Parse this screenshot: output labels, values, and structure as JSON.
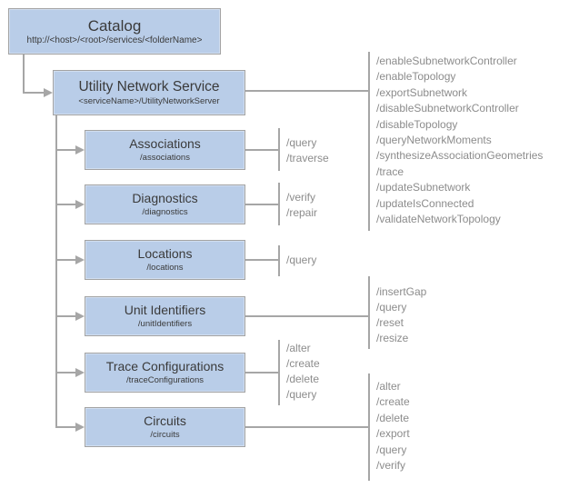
{
  "diagram": {
    "catalog": {
      "title": "Catalog",
      "subtitle": "http://<host>/<root>/services/<folderName>"
    },
    "service": {
      "title": "Utility Network Service",
      "subtitle": "<serviceName>/UtilityNetworkServer",
      "operations": [
        "/enableSubnetworkController",
        "/enableTopology",
        "/exportSubnetwork",
        "/disableSubnetworkController",
        "/disableTopology",
        "/queryNetworkMoments",
        "/synthesizeAssociationGeometries",
        "/trace",
        "/updateSubnetwork",
        "/updateIsConnected",
        "/validateNetworkTopology"
      ]
    },
    "children": [
      {
        "title": "Associations",
        "subtitle": "/associations",
        "operations": [
          "/query",
          "/traverse"
        ]
      },
      {
        "title": "Diagnostics",
        "subtitle": "/diagnostics",
        "operations": [
          "/verify",
          "/repair"
        ]
      },
      {
        "title": "Locations",
        "subtitle": "/locations",
        "operations": [
          "/query"
        ]
      },
      {
        "title": "Unit Identifiers",
        "subtitle": "/unitIdentifiers",
        "operations": [
          "/insertGap",
          "/query",
          "/reset",
          "/resize"
        ]
      },
      {
        "title": "Trace Configurations",
        "subtitle": "/traceConfigurations",
        "operations": [
          "/alter",
          "/create",
          "/delete",
          "/query"
        ]
      },
      {
        "title": "Circuits",
        "subtitle": "/circuits",
        "operations": [
          "/alter",
          "/create",
          "/delete",
          "/export",
          "/query",
          "/verify"
        ]
      }
    ],
    "colors": {
      "box_fill": "#b9cde8",
      "box_border": "#a3a3a3",
      "line": "#a6a6a6",
      "title_text": "#3a3a3a",
      "op_text": "#8c8c8c"
    }
  }
}
